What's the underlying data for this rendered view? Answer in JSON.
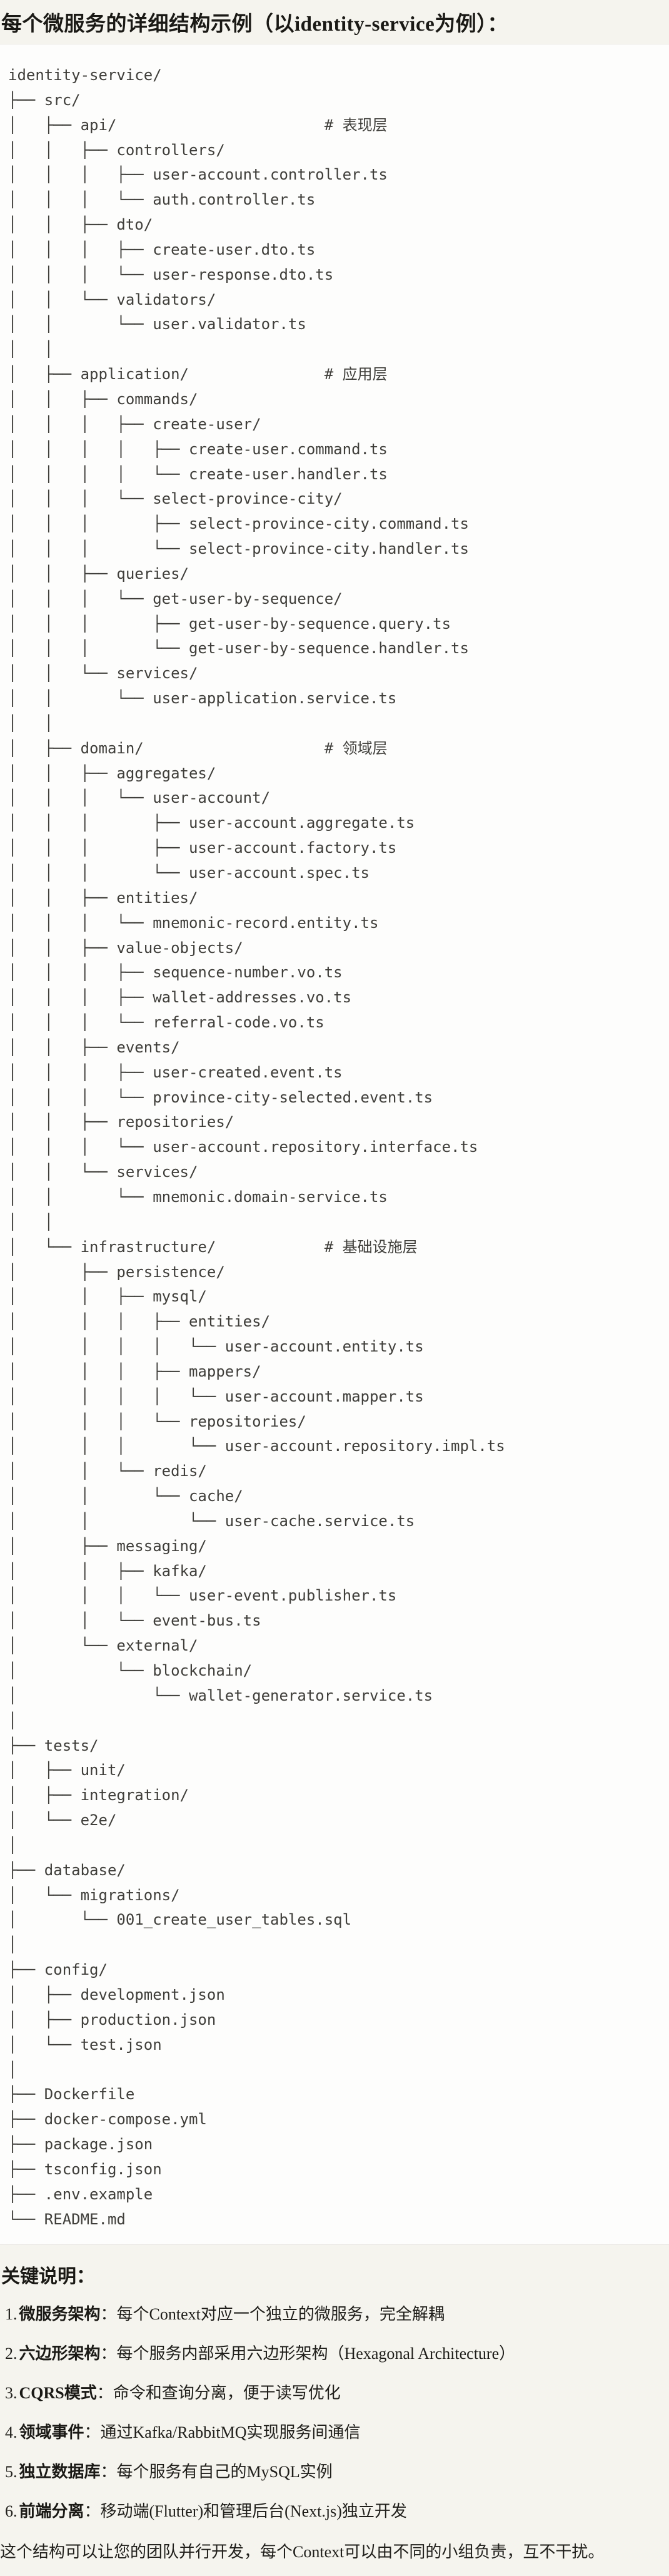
{
  "title": "每个微服务的详细结构示例（以identity-service为例）：",
  "tree_lines": [
    "identity-service/",
    "├── src/",
    "│   ├── api/                       # 表现层",
    "│   │   ├── controllers/",
    "│   │   │   ├── user-account.controller.ts",
    "│   │   │   └── auth.controller.ts",
    "│   │   ├── dto/",
    "│   │   │   ├── create-user.dto.ts",
    "│   │   │   └── user-response.dto.ts",
    "│   │   └── validators/",
    "│   │       └── user.validator.ts",
    "│   │",
    "│   ├── application/               # 应用层",
    "│   │   ├── commands/",
    "│   │   │   ├── create-user/",
    "│   │   │   │   ├── create-user.command.ts",
    "│   │   │   │   └── create-user.handler.ts",
    "│   │   │   └── select-province-city/",
    "│   │   │       ├── select-province-city.command.ts",
    "│   │   │       └── select-province-city.handler.ts",
    "│   │   ├── queries/",
    "│   │   │   └── get-user-by-sequence/",
    "│   │   │       ├── get-user-by-sequence.query.ts",
    "│   │   │       └── get-user-by-sequence.handler.ts",
    "│   │   └── services/",
    "│   │       └── user-application.service.ts",
    "│   │",
    "│   ├── domain/                    # 领域层",
    "│   │   ├── aggregates/",
    "│   │   │   └── user-account/",
    "│   │   │       ├── user-account.aggregate.ts",
    "│   │   │       ├── user-account.factory.ts",
    "│   │   │       └── user-account.spec.ts",
    "│   │   ├── entities/",
    "│   │   │   └── mnemonic-record.entity.ts",
    "│   │   ├── value-objects/",
    "│   │   │   ├── sequence-number.vo.ts",
    "│   │   │   ├── wallet-addresses.vo.ts",
    "│   │   │   └── referral-code.vo.ts",
    "│   │   ├── events/",
    "│   │   │   ├── user-created.event.ts",
    "│   │   │   └── province-city-selected.event.ts",
    "│   │   ├── repositories/",
    "│   │   │   └── user-account.repository.interface.ts",
    "│   │   └── services/",
    "│   │       └── mnemonic.domain-service.ts",
    "│   │",
    "│   └── infrastructure/            # 基础设施层",
    "│       ├── persistence/",
    "│       │   ├── mysql/",
    "│       │   │   ├── entities/",
    "│       │   │   │   └── user-account.entity.ts",
    "│       │   │   ├── mappers/",
    "│       │   │   │   └── user-account.mapper.ts",
    "│       │   │   └── repositories/",
    "│       │   │       └── user-account.repository.impl.ts",
    "│       │   └── redis/",
    "│       │       └── cache/",
    "│       │           └── user-cache.service.ts",
    "│       ├── messaging/",
    "│       │   ├── kafka/",
    "│       │   │   └── user-event.publisher.ts",
    "│       │   └── event-bus.ts",
    "│       └── external/",
    "│           └── blockchain/",
    "│               └── wallet-generator.service.ts",
    "│",
    "├── tests/",
    "│   ├── unit/",
    "│   ├── integration/",
    "│   └── e2e/",
    "│",
    "├── database/",
    "│   └── migrations/",
    "│       └── 001_create_user_tables.sql",
    "│",
    "├── config/",
    "│   ├── development.json",
    "│   ├── production.json",
    "│   └── test.json",
    "│",
    "├── Dockerfile",
    "├── docker-compose.yml",
    "├── package.json",
    "├── tsconfig.json",
    "├── .env.example",
    "└── README.md"
  ],
  "notes": {
    "heading": "关键说明：",
    "items": [
      {
        "num": "1.",
        "label": "微服务架构",
        "desc": "：每个Context对应一个独立的微服务，完全解耦"
      },
      {
        "num": "2.",
        "label": "六边形架构",
        "desc": "：每个服务内部采用六边形架构（Hexagonal Architecture）"
      },
      {
        "num": "3.",
        "label": "CQRS模式",
        "desc": "：命令和查询分离，便于读写优化"
      },
      {
        "num": "4.",
        "label": "领域事件",
        "desc": "：通过Kafka/RabbitMQ实现服务间通信"
      },
      {
        "num": "5.",
        "label": "独立数据库",
        "desc": "：每个服务有自己的MySQL实例"
      },
      {
        "num": "6.",
        "label": "前端分离",
        "desc": "：移动端(Flutter)和管理后台(Next.js)独立开发"
      }
    ],
    "footer": "这个结构可以让您的团队并行开发，每个Context可以由不同的小组负责，互不干扰。"
  },
  "colors": {
    "page_bg": "#F5F4EE",
    "code_bg": "#FDFDFC",
    "border": "#E7E5E0",
    "tree_text": "#3F3E3A",
    "heading_text": "#1A1915",
    "body_text": "#1F1E1A"
  }
}
